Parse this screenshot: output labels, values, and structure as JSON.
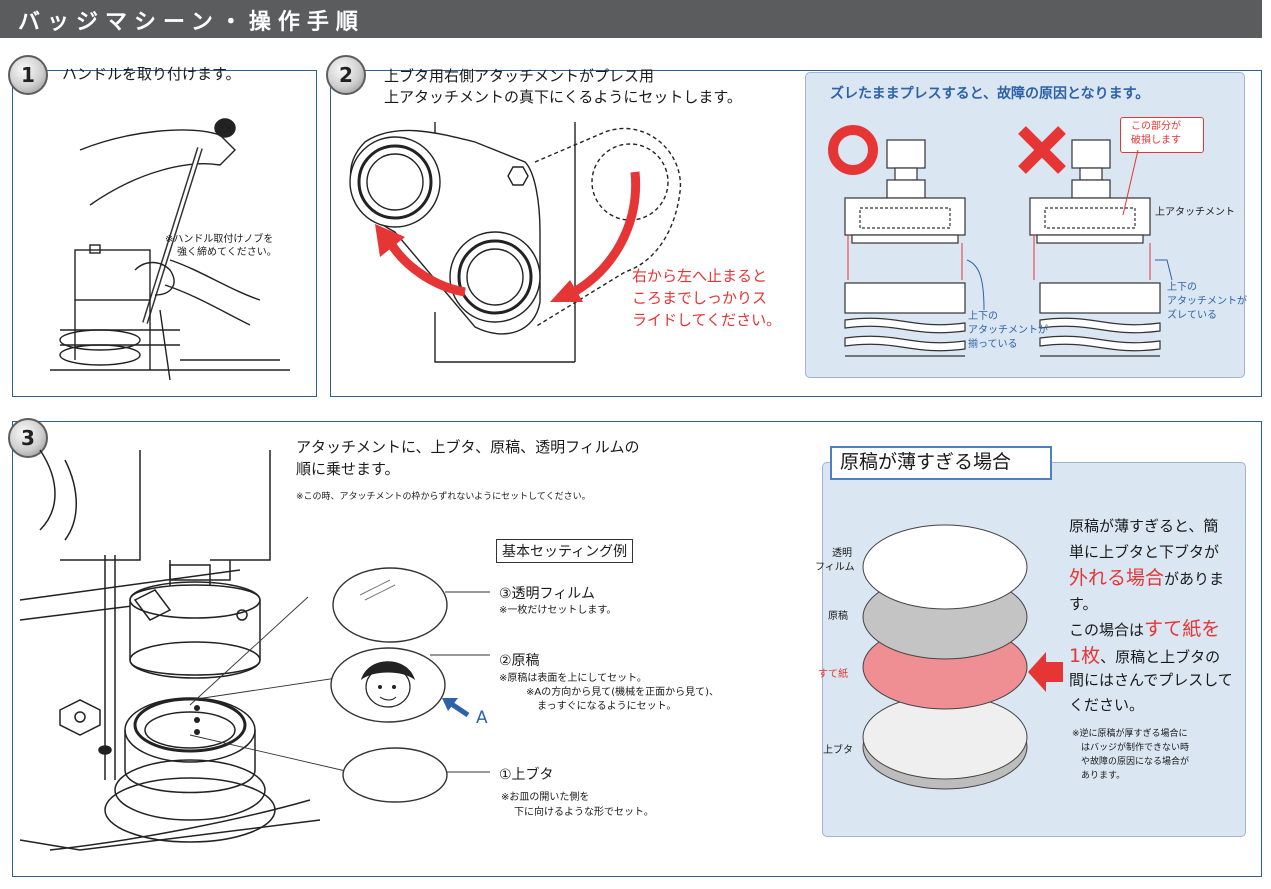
{
  "header": {
    "title": "バッジマシーン・操作手順"
  },
  "step1": {
    "number": "1",
    "text": "ハンドルを取り付けます。",
    "note_line1": "※ハンドル取付けノブを",
    "note_line2": "強く締めてください。"
  },
  "step2": {
    "number": "2",
    "text_line1": "上ブタ用右側アタッチメントがプレス用",
    "text_line2": "上アタッチメントの真下にくるようにセットします。",
    "slide_line1": "右から左へ止まると",
    "slide_line2": "ころまでしっかりス",
    "slide_line3": "ライドしてください。",
    "warning": {
      "title": "ズレたままプレスすると、故障の原因となります。",
      "callout_line1": "この部分が",
      "callout_line2": "破損します",
      "label_upper": "上アタッチメント",
      "ok_line1": "上下の",
      "ok_line2": "アタッチメントが",
      "ok_line3": "揃っている",
      "ng_line1": "上下の",
      "ng_line2": "アタッチメントが",
      "ng_line3": "ズレている"
    }
  },
  "step3": {
    "number": "3",
    "text_line1": "アタッチメントに、上ブタ、原稿、透明フィルムの",
    "text_line2": "順に乗せます。",
    "note": "※この時、アタッチメントの枠からずれないようにセットしてください。",
    "setting_label": "基本セッティング例",
    "film_label": "③透明フィルム",
    "film_note": "※一枚だけセットします。",
    "manuscript_label": "②原稿",
    "manuscript_note1": "※原稿は表面を上にしてセット。",
    "manuscript_note2": "※Aの方向から見て(機械を正面から見て)、",
    "manuscript_note3": "まっすぐになるようにセット。",
    "arrow_label": "A",
    "lid_label": "①上ブタ",
    "lid_note1": "※お皿の開いた側を",
    "lid_note2": "下に向けるような形でセット。"
  },
  "thin": {
    "title": "原稿が薄すぎる場合",
    "layer_film1": "透明",
    "layer_film2": "フィルム",
    "layer_manuscript": "原稿",
    "layer_paper": "すて紙",
    "layer_lid": "上ブタ",
    "p1": "原稿が薄すぎると、簡",
    "p2": "単に上ブタと下ブタが",
    "p3_red": "外れる場合",
    "p3_rest": "がありま",
    "p4": "す。",
    "p5_pre": "この場合は",
    "p5_red": "すて紙を",
    "p6_red": "1枚",
    "p6_rest": "、原稿と上ブタの",
    "p7": "間にはさんでプレスして",
    "p8": "ください。",
    "n1": "※逆に原稿が厚すぎる場合に",
    "n2": "はバッジが制作できない時",
    "n3": "や故障の原因になる場合が",
    "n4": "あります。"
  },
  "colors": {
    "header_bg": "#5b5c5e",
    "border": "#2f5f98",
    "accent_red": "#e63535",
    "panel_blue": "#dae6f2"
  }
}
